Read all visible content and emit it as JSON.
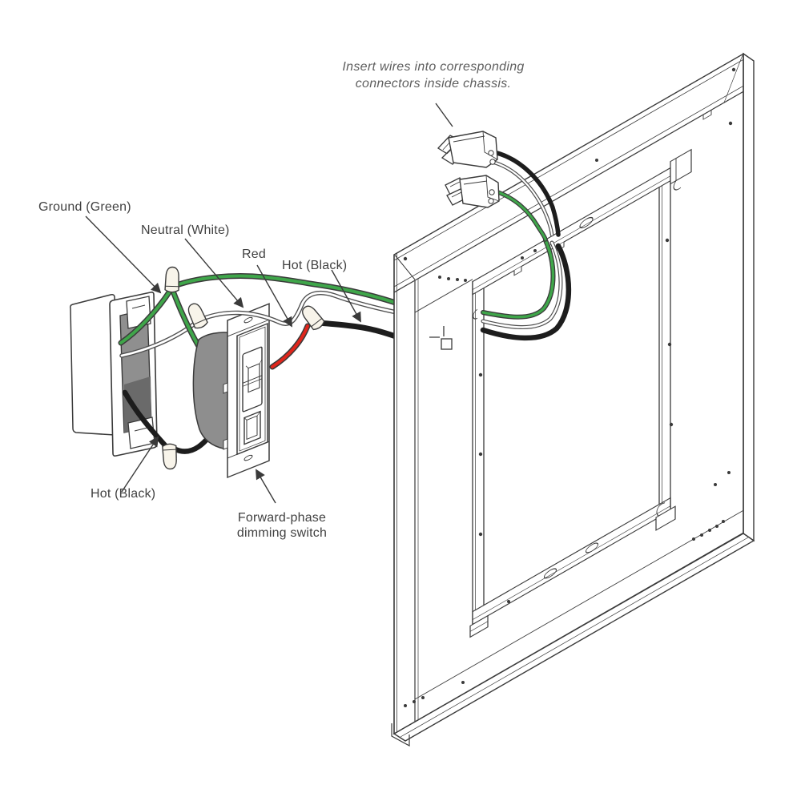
{
  "figure": {
    "title_note": {
      "line1": "Insert wires into corresponding",
      "line2": "connectors inside chassis."
    },
    "labels": {
      "ground": "Ground (Green)",
      "neutral": "Neutral (White)",
      "red": "Red",
      "hot_top": "Hot (Black)",
      "hot_bottom": "Hot (Black)",
      "switch_line1": "Forward-phase",
      "switch_line2": "dimming switch"
    },
    "components": {
      "chassis": "mirror-chassis-frame",
      "connectors": "push-in-wire-connectors",
      "wall_box": "electrical-wall-box",
      "switch": "forward-phase-dimming-switch",
      "wire_nuts": "wire-nut-connectors"
    }
  },
  "colors": {
    "line": "#3a3a3a",
    "label_text": "#414141",
    "note_text": "#5f5f5f",
    "green_wire": "#3fa64a",
    "red_wire": "#e0261c",
    "black_wire": "#1d1d1d",
    "white_wire": "#ffffff",
    "white_wire_outline": "#4f4f4f",
    "box_interior": "#8f8f8f",
    "box_shadow": "#6a6a6a",
    "dimmer_body": "#8e8e8e",
    "nut_fill": "#f8f4ea",
    "background": "#ffffff"
  }
}
